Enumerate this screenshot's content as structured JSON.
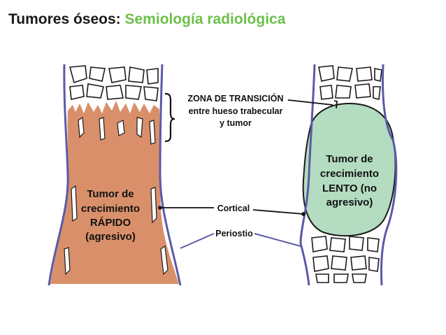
{
  "title": {
    "main": "Tumores óseos:",
    "sub": "Semiología radiológica"
  },
  "labels": {
    "transition": [
      "ZONA DE TRANSICIÓN",
      "entre hueso trabecular",
      "y tumor"
    ],
    "rapid_tumor": [
      "Tumor de",
      "crecimiento",
      "RÁPIDO",
      "(agresivo)"
    ],
    "slow_tumor": [
      "Tumor de",
      "crecimiento",
      "LENTO (no",
      "agresivo)"
    ],
    "cortical": "Cortical",
    "periostio": "Periostio"
  },
  "colors": {
    "title_accent": "#6cc04a",
    "rapid_tumor_fill": "#d9906a",
    "slow_tumor_fill": "#b4dcc0",
    "periosteum": "#5a5aa8",
    "outline": "#1a1a1a"
  }
}
